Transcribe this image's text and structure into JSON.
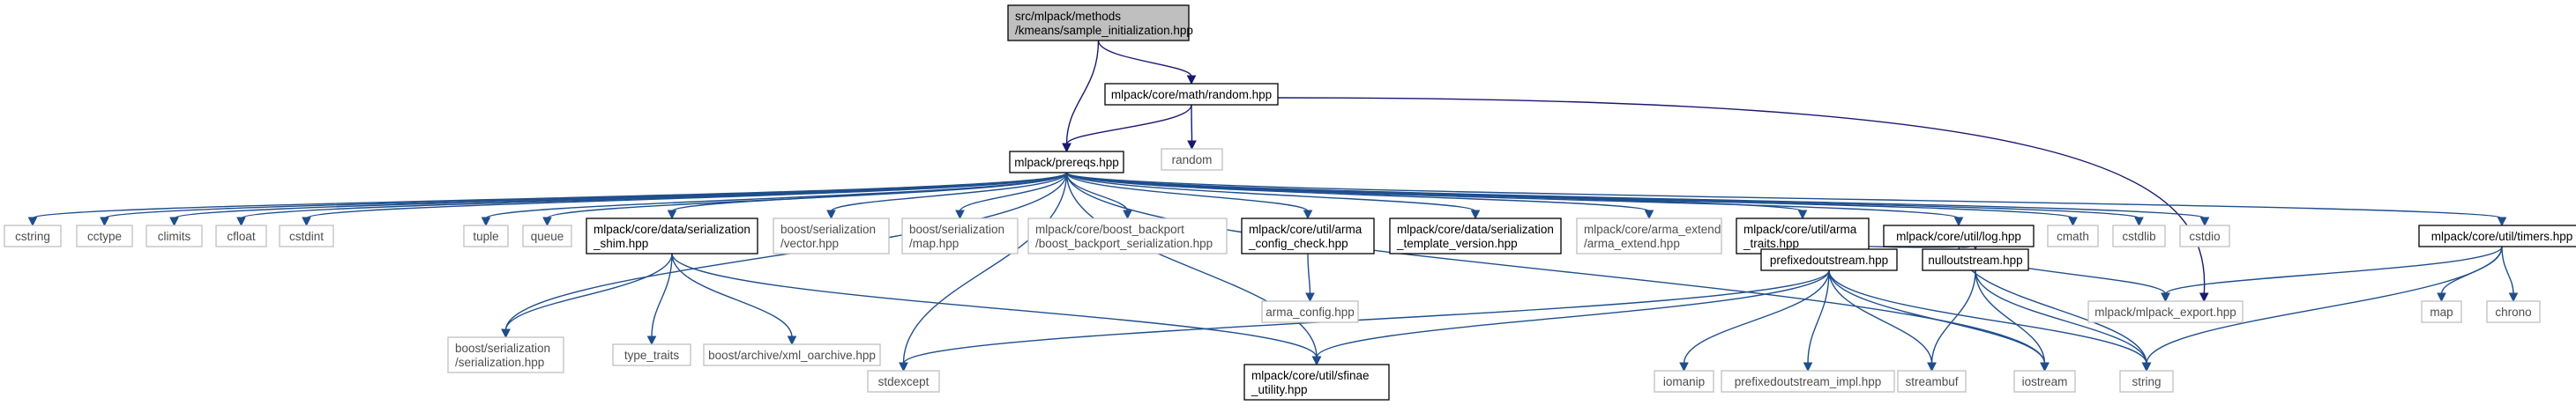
{
  "colors": {
    "root_fill": "#bfbfbf",
    "node_border": "#000000",
    "external_border": "#bfbfbf",
    "edge_main": "#191970",
    "edge_secondary": "#1f4e8c"
  },
  "nodes": [
    {
      "id": "root",
      "kind": "root",
      "lines": [
        "src/mlpack/methods",
        "/kmeans/sample_initialization.hpp"
      ]
    },
    {
      "id": "random_hpp",
      "kind": "doc",
      "lines": [
        "mlpack/core/math/random.hpp"
      ]
    },
    {
      "id": "random",
      "kind": "ext",
      "lines": [
        "random"
      ]
    },
    {
      "id": "prereqs",
      "kind": "doc",
      "lines": [
        "mlpack/prereqs.hpp"
      ]
    },
    {
      "id": "cstring",
      "kind": "ext",
      "lines": [
        "cstring"
      ]
    },
    {
      "id": "cctype",
      "kind": "ext",
      "lines": [
        "cctype"
      ]
    },
    {
      "id": "climits",
      "kind": "ext",
      "lines": [
        "climits"
      ]
    },
    {
      "id": "cfloat",
      "kind": "ext",
      "lines": [
        "cfloat"
      ]
    },
    {
      "id": "cstdint",
      "kind": "ext",
      "lines": [
        "cstdint"
      ]
    },
    {
      "id": "tuple",
      "kind": "ext",
      "lines": [
        "tuple"
      ]
    },
    {
      "id": "queue",
      "kind": "ext",
      "lines": [
        "queue"
      ]
    },
    {
      "id": "ser_shim",
      "kind": "doc",
      "lines": [
        "mlpack/core/data/serialization",
        "_shim.hpp"
      ]
    },
    {
      "id": "boost_vector",
      "kind": "ext",
      "lines": [
        "boost/serialization",
        "/vector.hpp"
      ]
    },
    {
      "id": "boost_map",
      "kind": "ext",
      "lines": [
        "boost/serialization",
        "/map.hpp"
      ]
    },
    {
      "id": "boost_backport",
      "kind": "ext",
      "lines": [
        "mlpack/core/boost_backport",
        "/boost_backport_serialization.hpp"
      ]
    },
    {
      "id": "arma_config_check",
      "kind": "doc",
      "lines": [
        "mlpack/core/util/arma",
        "_config_check.hpp"
      ]
    },
    {
      "id": "ser_template",
      "kind": "doc",
      "lines": [
        "mlpack/core/data/serialization",
        "_template_version.hpp"
      ]
    },
    {
      "id": "arma_extend",
      "kind": "ext",
      "lines": [
        "mlpack/core/arma_extend",
        "/arma_extend.hpp"
      ]
    },
    {
      "id": "arma_traits",
      "kind": "doc",
      "lines": [
        "mlpack/core/util/arma",
        "_traits.hpp"
      ]
    },
    {
      "id": "log_hpp",
      "kind": "doc",
      "lines": [
        "mlpack/core/util/log.hpp"
      ]
    },
    {
      "id": "cmath",
      "kind": "ext",
      "lines": [
        "cmath"
      ]
    },
    {
      "id": "cstdlib",
      "kind": "ext",
      "lines": [
        "cstdlib"
      ]
    },
    {
      "id": "cstdio",
      "kind": "ext",
      "lines": [
        "cstdio"
      ]
    },
    {
      "id": "timers",
      "kind": "doc",
      "lines": [
        "mlpack/core/util/timers.hpp"
      ]
    },
    {
      "id": "boost_ser",
      "kind": "ext",
      "lines": [
        "boost/serialization",
        "/serialization.hpp"
      ]
    },
    {
      "id": "type_traits",
      "kind": "ext",
      "lines": [
        "type_traits"
      ]
    },
    {
      "id": "xml_oarchive",
      "kind": "ext",
      "lines": [
        "boost/archive/xml_oarchive.hpp"
      ]
    },
    {
      "id": "arma_config",
      "kind": "ext",
      "lines": [
        "arma_config.hpp"
      ]
    },
    {
      "id": "prefixed",
      "kind": "doc",
      "lines": [
        "prefixedoutstream.hpp"
      ]
    },
    {
      "id": "nullout",
      "kind": "doc",
      "lines": [
        "nulloutstream.hpp"
      ]
    },
    {
      "id": "mlpack_export",
      "kind": "ext",
      "lines": [
        "mlpack/mlpack_export.hpp"
      ]
    },
    {
      "id": "map",
      "kind": "ext",
      "lines": [
        "map"
      ]
    },
    {
      "id": "chrono",
      "kind": "ext",
      "lines": [
        "chrono"
      ]
    },
    {
      "id": "stdexcept",
      "kind": "ext",
      "lines": [
        "stdexcept"
      ]
    },
    {
      "id": "sfinae",
      "kind": "doc",
      "lines": [
        "mlpack/core/util/sfinae",
        "_utility.hpp"
      ]
    },
    {
      "id": "iomanip",
      "kind": "ext",
      "lines": [
        "iomanip"
      ]
    },
    {
      "id": "prefixed_impl",
      "kind": "ext",
      "lines": [
        "prefixedoutstream_impl.hpp"
      ]
    },
    {
      "id": "streambuf",
      "kind": "ext",
      "lines": [
        "streambuf"
      ]
    },
    {
      "id": "iostream",
      "kind": "ext",
      "lines": [
        "iostream"
      ]
    },
    {
      "id": "string",
      "kind": "ext",
      "lines": [
        "string"
      ]
    }
  ],
  "edges": [
    [
      "root",
      "random_hpp"
    ],
    [
      "root",
      "prereqs"
    ],
    [
      "random_hpp",
      "prereqs"
    ],
    [
      "random_hpp",
      "random"
    ],
    [
      "random_hpp",
      "mlpack_export"
    ],
    [
      "prereqs",
      "cstring"
    ],
    [
      "prereqs",
      "cctype"
    ],
    [
      "prereqs",
      "climits"
    ],
    [
      "prereqs",
      "cfloat"
    ],
    [
      "prereqs",
      "cstdint"
    ],
    [
      "prereqs",
      "stdexcept"
    ],
    [
      "prereqs",
      "boost_ser"
    ],
    [
      "prereqs",
      "tuple"
    ],
    [
      "prereqs",
      "queue"
    ],
    [
      "prereqs",
      "ser_shim"
    ],
    [
      "prereqs",
      "boost_vector"
    ],
    [
      "prereqs",
      "boost_map"
    ],
    [
      "prereqs",
      "boost_backport"
    ],
    [
      "prereqs",
      "arma_config_check"
    ],
    [
      "prereqs",
      "ser_template"
    ],
    [
      "prereqs",
      "arma_extend"
    ],
    [
      "prereqs",
      "arma_traits"
    ],
    [
      "prereqs",
      "log_hpp"
    ],
    [
      "prereqs",
      "iostream"
    ],
    [
      "prereqs",
      "cmath"
    ],
    [
      "prereqs",
      "cstdlib"
    ],
    [
      "prereqs",
      "cstdio"
    ],
    [
      "prereqs",
      "timers"
    ],
    [
      "prereqs",
      "sfinae"
    ],
    [
      "ser_shim",
      "boost_ser"
    ],
    [
      "ser_shim",
      "type_traits"
    ],
    [
      "ser_shim",
      "xml_oarchive"
    ],
    [
      "ser_shim",
      "sfinae"
    ],
    [
      "arma_config_check",
      "arma_config"
    ],
    [
      "log_hpp",
      "prefixed"
    ],
    [
      "log_hpp",
      "nullout"
    ],
    [
      "log_hpp",
      "mlpack_export"
    ],
    [
      "log_hpp",
      "string"
    ],
    [
      "timers",
      "mlpack_export"
    ],
    [
      "timers",
      "map"
    ],
    [
      "timers",
      "chrono"
    ],
    [
      "timers",
      "string"
    ],
    [
      "prefixed",
      "stdexcept"
    ],
    [
      "prefixed",
      "sfinae"
    ],
    [
      "prefixed",
      "iomanip"
    ],
    [
      "prefixed",
      "prefixed_impl"
    ],
    [
      "prefixed",
      "streambuf"
    ],
    [
      "prefixed",
      "iostream"
    ],
    [
      "prefixed",
      "string"
    ],
    [
      "nullout",
      "streambuf"
    ],
    [
      "nullout",
      "iostream"
    ],
    [
      "nullout",
      "string"
    ]
  ]
}
